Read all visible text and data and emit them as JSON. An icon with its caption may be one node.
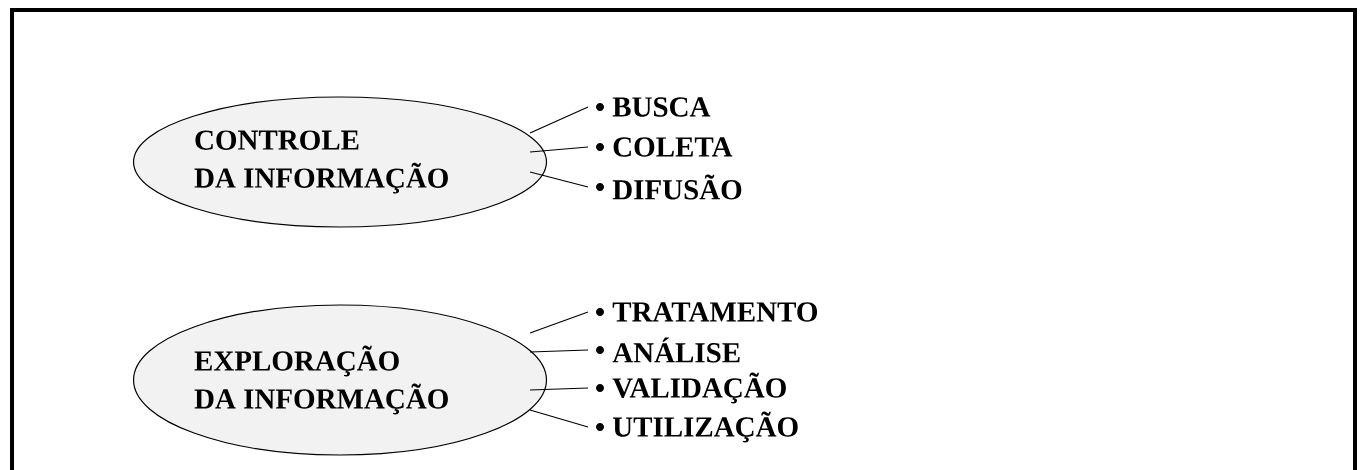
{
  "diagram": {
    "nodes": [
      {
        "text": [
          "CONTROLE DA INFORMAÇÃO"
        ]
      },
      {
        "text": [
          "BUSCA"
        ]
      },
      {
        "text": [
          "COLETA"
        ]
      },
      {
        "text": [
          "DIFUSÃO"
        ]
      },
      {
        "text": [
          "EXPLORAÇÃO DA INFORMAÇÃO"
        ]
      },
      {
        "text": [
          "TRATAMENTO"
        ]
      },
      {
        "text": [
          "ANÁLISE"
        ]
      },
      {
        "text": [
          "VALIDAÇÃO"
        ]
      },
      {
        "text": [
          "UTILIZAÇÃO"
        ]
      }
    ],
    "edges": [
      {
        "from": 0,
        "to": 1,
        "arrow": "none"
      },
      {
        "from": 0,
        "to": 2,
        "arrow": "none"
      },
      {
        "from": 0,
        "to": 3,
        "arrow": "none"
      },
      {
        "from": 4,
        "to": 5,
        "arrow": "none"
      },
      {
        "from": 4,
        "to": 6,
        "arrow": "none"
      },
      {
        "from": 4,
        "to": 7,
        "arrow": "none"
      },
      {
        "from": 4,
        "to": 8,
        "arrow": "none"
      }
    ]
  }
}
